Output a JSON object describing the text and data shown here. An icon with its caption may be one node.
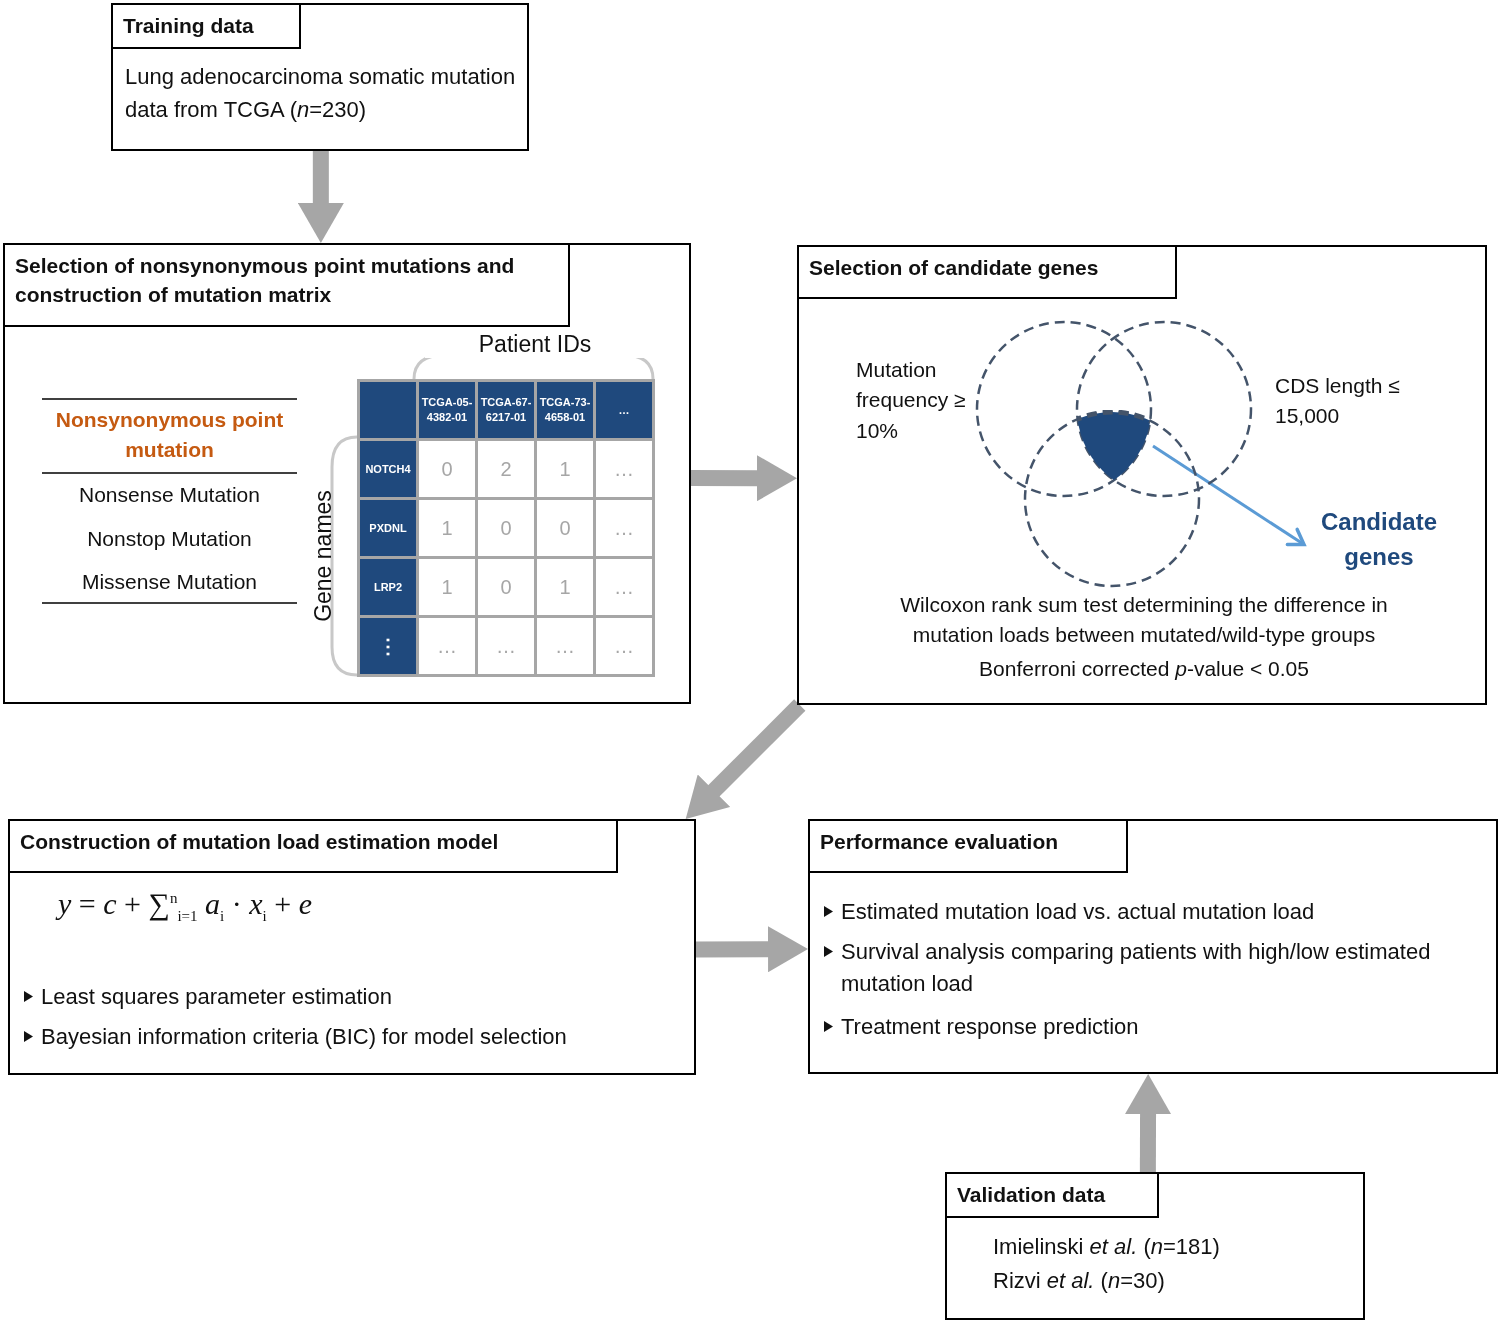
{
  "diagram": {
    "nodes": [
      {
        "text": [
          "Training data",
          "Lung adenocarcinoma somatic mutation data from TCGA (*n*=230)"
        ]
      },
      {
        "text": [
          "Selection of nonsynonymous point mutations and construction of mutation matrix"
        ]
      },
      {
        "text": [
          "Selection of candidate genes"
        ]
      },
      {
        "text": [],
        "shape": "triangle",
        "in": 2
      },
      {
        "text": [
          "Candidate genes"
        ],
        "in": 2
      },
      {
        "text": [
          "Construction of mutation load estimation model",
          "Least squares parameter estimation",
          "Bayesian information criteria (BIC) for model selection"
        ]
      },
      {
        "text": [
          "Performance evaluation",
          "Estimated mutation load vs. actual mutation load",
          "Survival analysis comparing patients with high/low estimated mutation load",
          "Treatment response prediction"
        ]
      },
      {
        "text": [
          "Validation data",
          "Imielinski *et al.* (*n*=181)",
          "Rizvi *et al.* (*n*=30)"
        ]
      }
    ],
    "edges": [
      {
        "from": 0,
        "to": 1,
        "arrow": "to"
      },
      {
        "from": 1,
        "to": 2,
        "arrow": "to"
      },
      {
        "from": 3,
        "to": 4,
        "arrow": "to",
        "color": "#5b9bd5"
      },
      {
        "from": 2,
        "to": 5,
        "arrow": "to"
      },
      {
        "from": 5,
        "to": 6,
        "arrow": "to"
      },
      {
        "from": 7,
        "to": 6,
        "arrow": "to"
      }
    ],
    "labels": [
      "Nonsynonymous point mutation",
      "Nonsense Mutation",
      "Nonstop Mutation",
      "Missense Mutation",
      "Patient IDs",
      "Gene names",
      "TCGA-05-4382-01",
      "TCGA-67-6217-01",
      "TCGA-73-4658-01",
      "…",
      "NOTCH4",
      "0",
      "2",
      "1",
      "…",
      "PXDNL",
      "1",
      "0",
      "0",
      "…",
      "LRP2",
      "1",
      "0",
      "1",
      "…",
      "⋮",
      "…",
      "…",
      "…",
      "…",
      "Mutation frequency ≥ 10%",
      "CDS length ≤ 15,000",
      "Wilcoxon rank sum test determining the difference in mutation loads between mutated/wild-type groups",
      "Bonferroni corrected *p*-value < 0.05",
      "*y* = *c* + ∑$^{n}$$_{i=1}$ *a*$_{i}$ · *x*$_{i}$ + *e*"
    ]
  }
}
